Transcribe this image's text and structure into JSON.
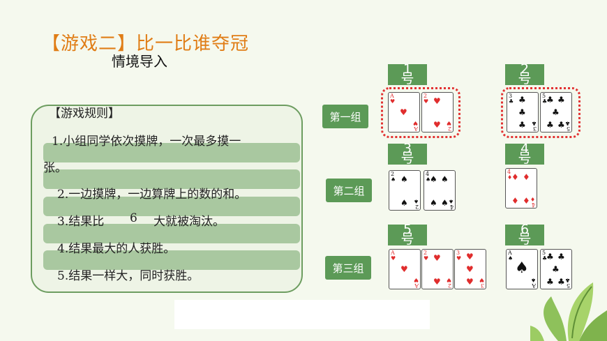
{
  "header": {
    "title": "【游戏二】比一比谁夺冠",
    "subtitle": "情境导入"
  },
  "rules": {
    "heading": "【游戏规则】",
    "line1a": "1.小组同学依次摸牌，一次最多摸一",
    "line1b": "张。",
    "line2": "2.一边摸牌，一边算牌上的数的和。",
    "line3a": "3.结果比",
    "line3num": "6",
    "line3b": "大就被淘汰。",
    "line4": "4.结果最大的人获胜。",
    "line5": "5.结果一样大，同时获胜。"
  },
  "groups": [
    {
      "label": "第一组"
    },
    {
      "label": "第二组"
    },
    {
      "label": "第三组"
    }
  ],
  "players": [
    {
      "num": "1",
      "suffix": "号"
    },
    {
      "num": "2",
      "suffix": "号"
    },
    {
      "num": "3",
      "suffix": "号"
    },
    {
      "num": "4",
      "suffix": "号"
    },
    {
      "num": "5",
      "suffix": "号"
    },
    {
      "num": "6",
      "suffix": "号"
    }
  ],
  "cards": {
    "p1": [
      {
        "rank": "A",
        "suit": "heart"
      },
      {
        "rank": "2",
        "suit": "heart"
      }
    ],
    "p2": [
      {
        "rank": "3",
        "suit": "club"
      }
    ],
    "p3": [
      {
        "rank": "2",
        "suit": "spade"
      },
      {
        "rank": "4",
        "suit": "spade"
      }
    ],
    "p4": [
      {
        "rank": "4",
        "suit": "diamond"
      }
    ],
    "p5": [
      {
        "rank": "A",
        "suit": "heart"
      },
      {
        "rank": "2",
        "suit": "heart"
      },
      {
        "rank": "3",
        "suit": "heart"
      }
    ],
    "p6": [
      {
        "rank": "A",
        "suit": "spade"
      },
      {
        "rank": "5",
        "suit": "club"
      }
    ]
  },
  "colors": {
    "title": "#e07d16",
    "green": "#5c9a57",
    "bar": "#a9c8a0",
    "highlight": "#e23232"
  }
}
